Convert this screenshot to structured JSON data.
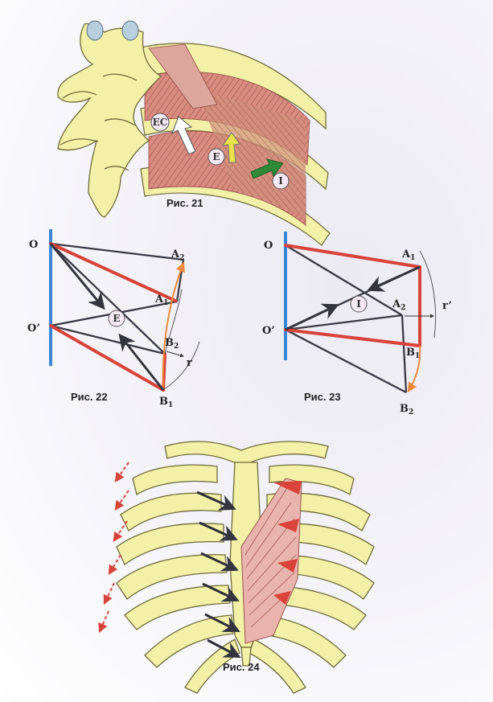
{
  "figures": {
    "fig21": {
      "caption": "Рис. 21",
      "labels": {
        "ec": "EC",
        "e": "E",
        "i": "I"
      }
    },
    "fig22": {
      "caption": "Рис. 22",
      "labels": {
        "o": "O",
        "o_prime": "O’",
        "a": "A",
        "a_sub2": "2",
        "a1": "A",
        "a1_sub": "1",
        "b2": "B",
        "b2_sub": "2",
        "b1": "B",
        "b1_sub": "1",
        "e": "E",
        "r": "r"
      }
    },
    "fig23": {
      "caption": "Рис. 23",
      "labels": {
        "o": "O",
        "o_prime": "O’",
        "a1": "A",
        "a1_sub": "1",
        "a2": "A",
        "a2_sub": "2",
        "b1": "B",
        "b1_sub": "1",
        "b2": "B",
        "b2_sub": "2",
        "i": "I",
        "r": "r’"
      }
    },
    "fig24": {
      "caption": "Рис. 24"
    }
  },
  "colors": {
    "bone": "#f3f0a8",
    "bone_edge": "#6f6a3a",
    "muscle": "#d9877e",
    "red_bar": "#d8433a",
    "blue_axis": "#3b86d6",
    "dark_line": "#3a3a46",
    "orange": "#ee8a3a",
    "green": "#2f8a3a"
  }
}
